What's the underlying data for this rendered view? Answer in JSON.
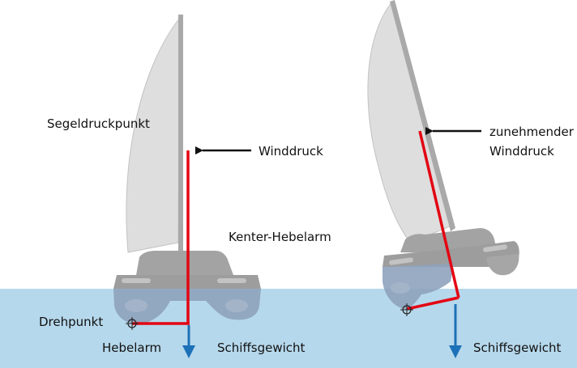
{
  "labels": {
    "sail_pressure_point": "Segeldruckpunkt",
    "wind_pressure": "Winddruck",
    "lever_arm": "Kenter-Hebelarm",
    "pivot_point": "Drehpunkt",
    "counter_lever_arm": "Hebelarm",
    "ship_weight_left": "Schiffsgewicht",
    "increasing_wind_pressure_line1": "zunehmender",
    "increasing_wind_pressure_line2": "Winddruck",
    "ship_weight_right": "Schiffsgewicht"
  },
  "colors": {
    "water": "#b6d8ec",
    "sail": "#dedede",
    "sail_edge": "#bdbdbd",
    "mast": "#a9a9a9",
    "hull": "#a6a6a6",
    "hull_underwater": "#8ea3bd",
    "lever_line": "#e30613",
    "weight_arrow": "#1d71b8",
    "wind_arrow": "#111111"
  },
  "icons": {
    "pivot": "crosshair-icon",
    "wind": "arrow-left-icon",
    "weight": "arrow-down-icon"
  }
}
